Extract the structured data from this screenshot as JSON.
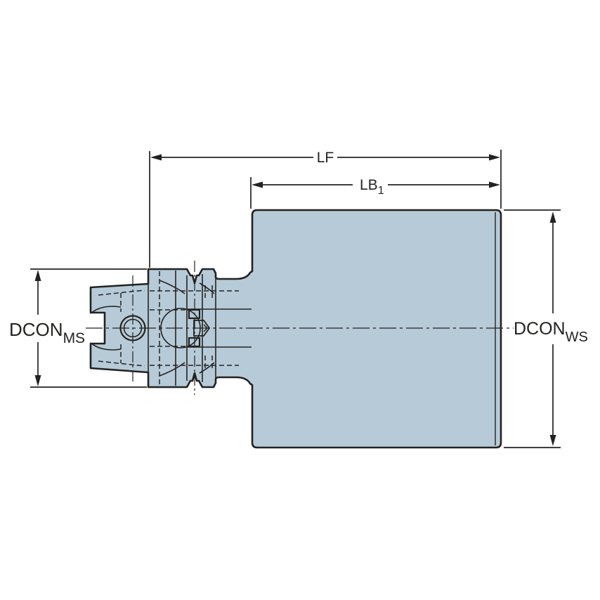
{
  "drawing": {
    "type": "technical-dimension-drawing",
    "labels": {
      "lf": "LF",
      "lb": {
        "main": "LB",
        "sub": "1"
      },
      "dcon_ms": {
        "main": "DCON",
        "sub": "MS"
      },
      "dcon_ws": {
        "main": "DCON",
        "sub": "WS"
      }
    },
    "colors": {
      "part_fill": "#b6cad7",
      "line": "#232220",
      "background": "#ffffff"
    }
  }
}
